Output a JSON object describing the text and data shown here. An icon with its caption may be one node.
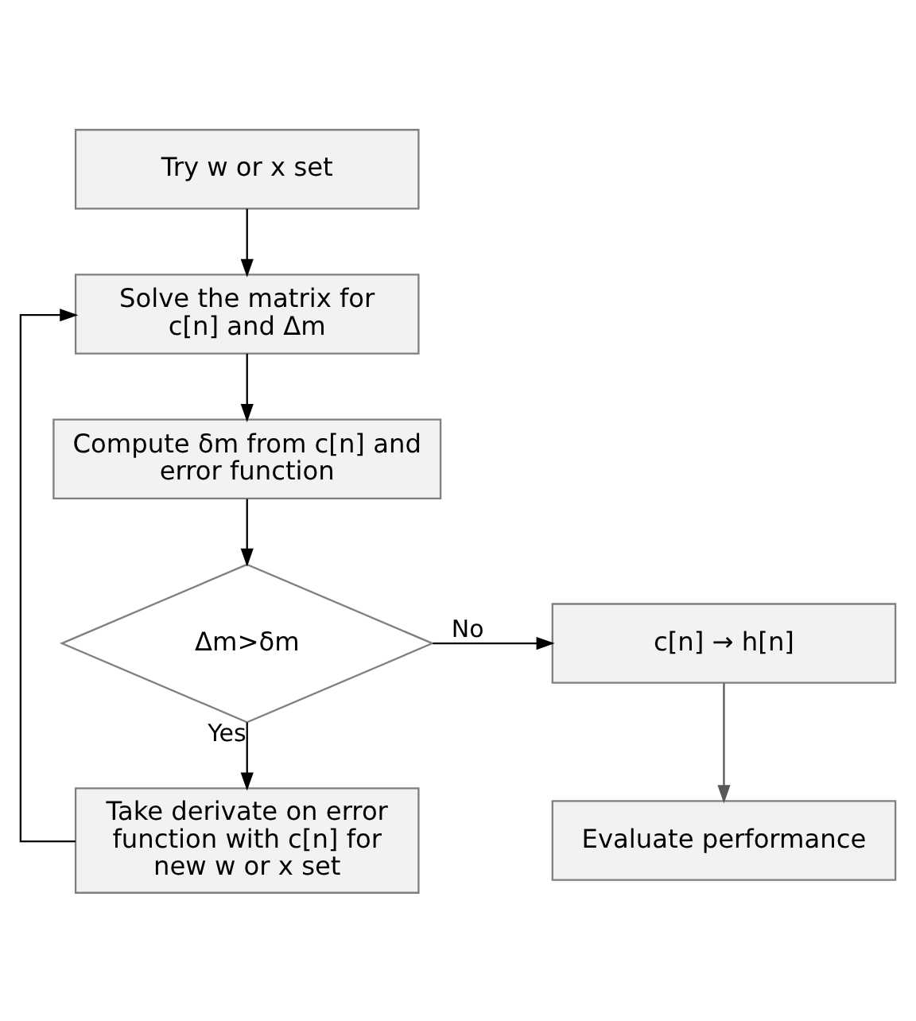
{
  "diagram": {
    "nodes": [
      {
        "text": [
          "Try w or x set"
        ]
      },
      {
        "text": [
          "Solve the matrix for c[n] and Δm"
        ]
      },
      {
        "text": [
          "Compute δm from c[n] and error function"
        ]
      },
      {
        "text": [
          "Δm>δm"
        ]
      },
      {
        "text": [
          "c[n] → h[n]"
        ]
      },
      {
        "text": [
          "Take derivate on error function with c[n] for new w or x set"
        ]
      },
      {
        "text": [
          "Evaluate performance"
        ]
      }
    ],
    "edges": [
      {
        "from": 0,
        "to": 1,
        "arrow": "to"
      },
      {
        "from": 1,
        "to": 2,
        "arrow": "to"
      },
      {
        "from": 2,
        "to": 3,
        "arrow": "to"
      },
      {
        "from": 3,
        "to": 4,
        "arrow": "to",
        "label": "No"
      },
      {
        "from": 3,
        "to": 5,
        "arrow": "to",
        "label": "Yes"
      },
      {
        "from": 5,
        "to": 1,
        "arrow": "to"
      },
      {
        "from": 4,
        "to": 6,
        "arrow": "to",
        "color": "#595959"
      }
    ]
  }
}
